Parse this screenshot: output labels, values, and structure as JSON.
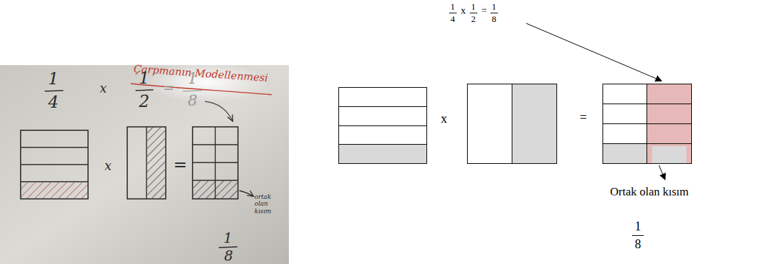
{
  "diagram": {
    "labels": [
      "Çarpmanın Modellenmesi",
      "1",
      "4",
      "x",
      "1",
      "2",
      "=",
      "1",
      "8",
      "x",
      "=",
      "ortak olan kısım",
      "1",
      "8",
      "1",
      "4",
      "x",
      "1",
      "2",
      "=",
      "1",
      "8",
      "x",
      "=",
      "Ortak olan kısım",
      "1",
      "8"
    ]
  }
}
